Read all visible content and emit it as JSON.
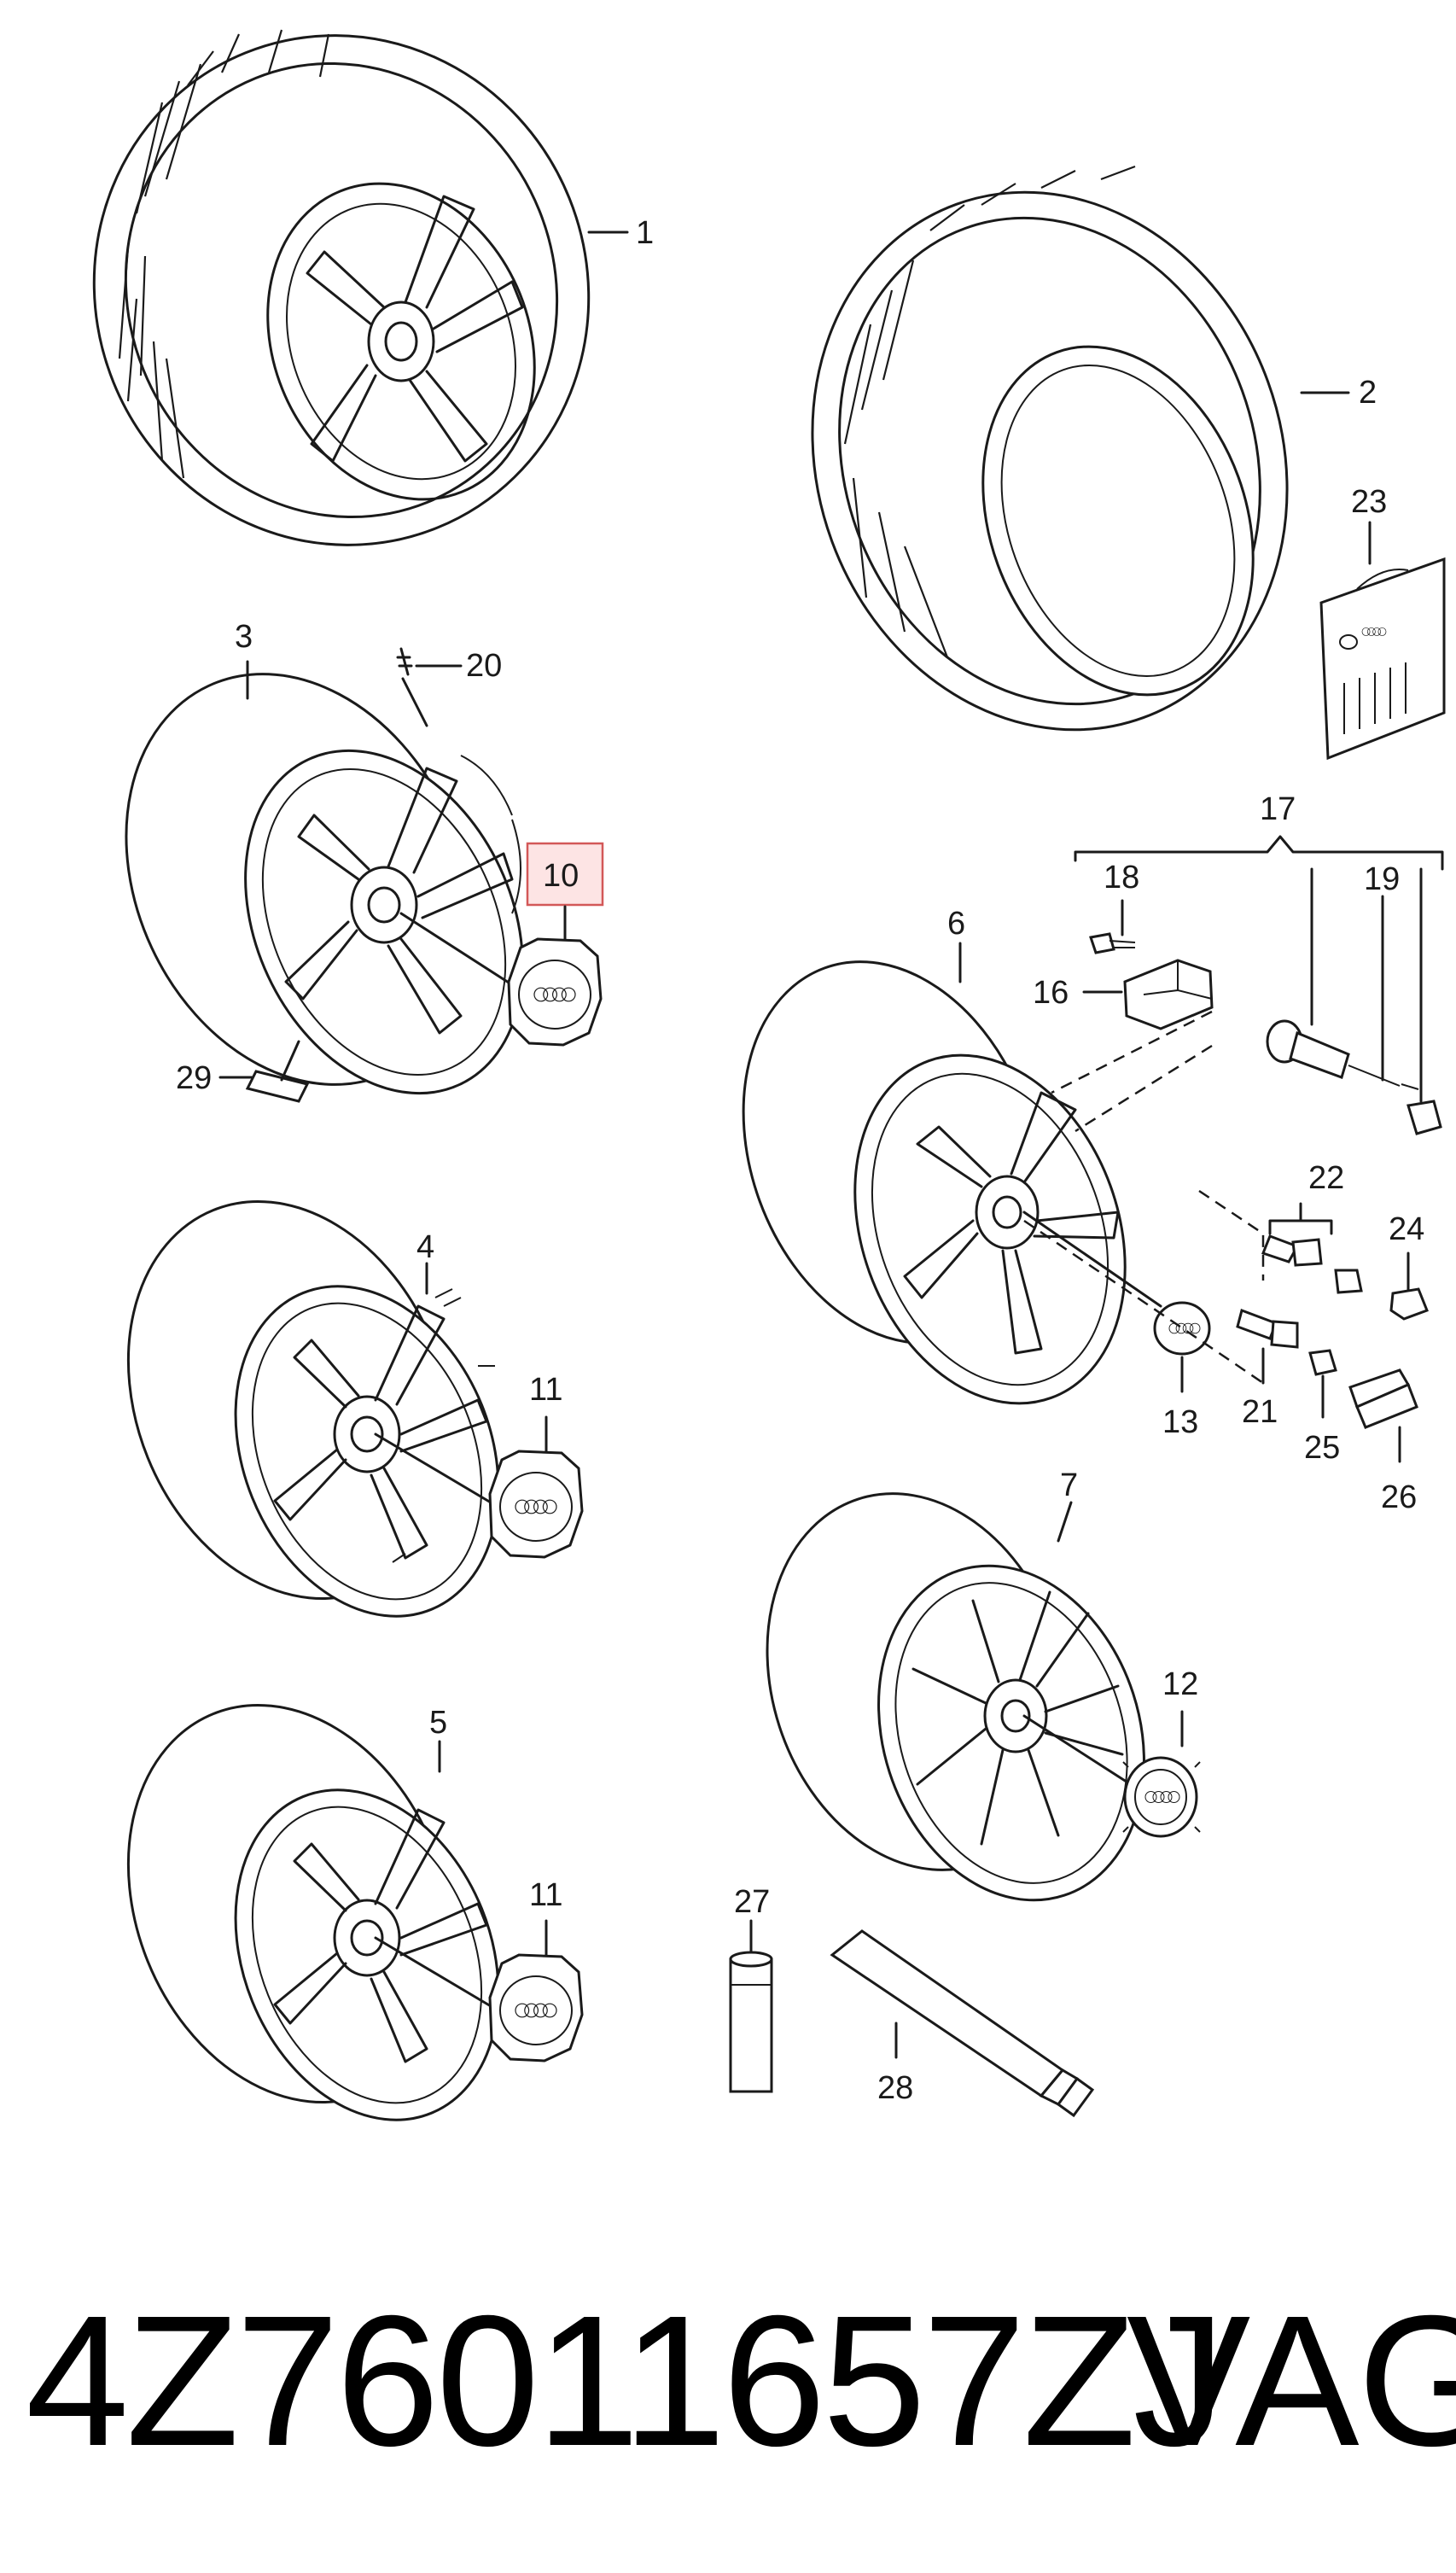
{
  "diagram": {
    "callouts": {
      "c1": "1",
      "c2": "2",
      "c3": "3",
      "c4": "4",
      "c5": "5",
      "c6": "6",
      "c7": "7",
      "c10": "10",
      "c11a": "11",
      "c11b": "11",
      "c12": "12",
      "c13": "13",
      "c16": "16",
      "c17": "17",
      "c18": "18",
      "c19": "19",
      "c20": "20",
      "c21": "21",
      "c22": "22",
      "c23": "23",
      "c24": "24",
      "c25": "25",
      "c26": "26",
      "c27": "27",
      "c28": "28",
      "c29": "29"
    },
    "highlighted_callout": "10",
    "highlight_color": "#d35858",
    "highlight_fill": "#fde4e4",
    "line_color": "#1a1a1a"
  },
  "footer": {
    "part_number": "4Z76011657ZJ",
    "brand": "VAG"
  }
}
